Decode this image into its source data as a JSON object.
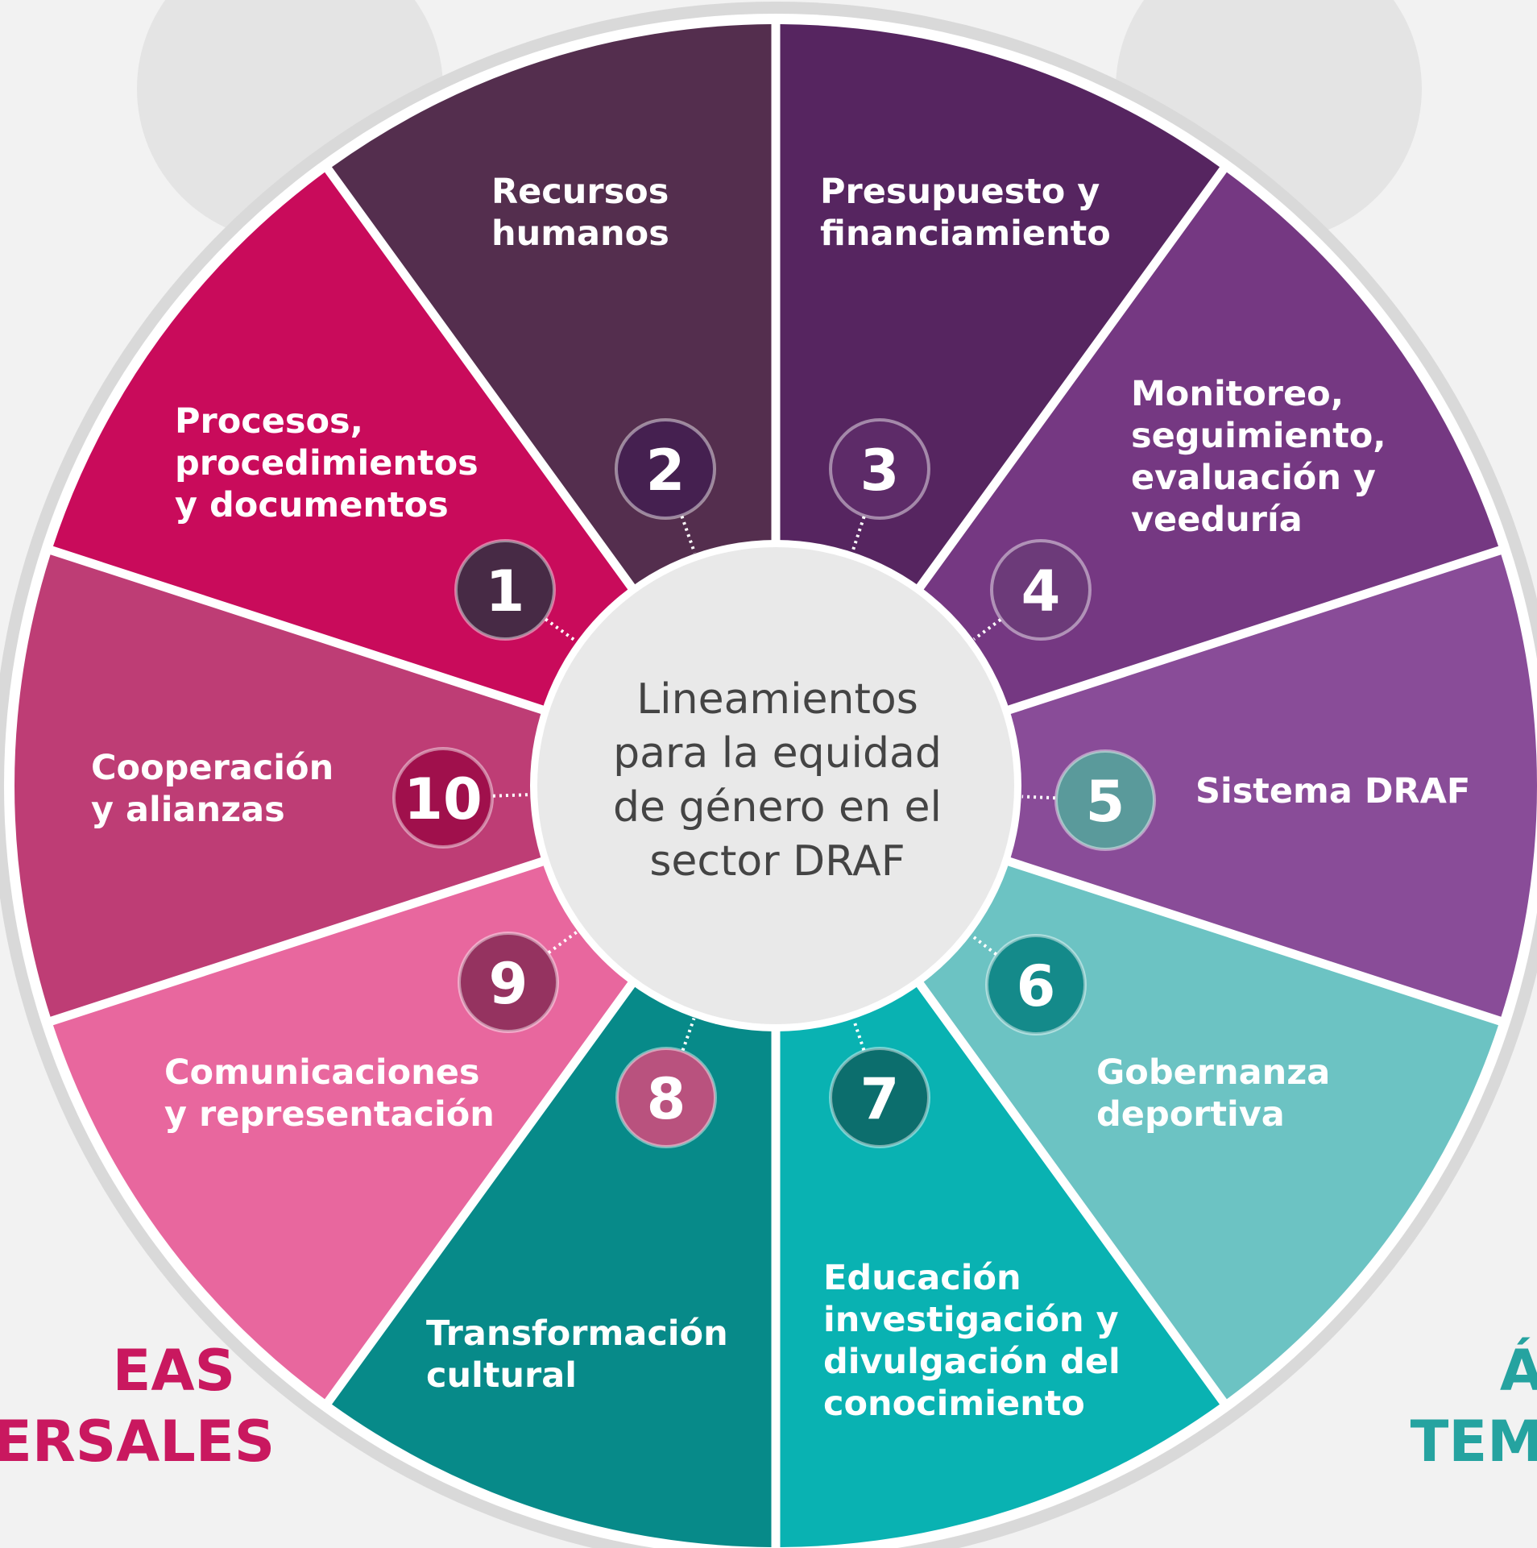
{
  "center": {
    "title": "Lineamientos\npara la equidad\nde género en el\nsector DRAF"
  },
  "segments": [
    {
      "number": "1",
      "label": "Procesos,\nprocedimientos\ny documentos",
      "color": "#542e4e",
      "badge_color": "#472a45"
    },
    {
      "number": "2",
      "label": "Recursos\nhumanos",
      "color": "#562560",
      "badge_color": "#452050"
    },
    {
      "number": "3",
      "label": "Presupuesto y\nfinanciamiento",
      "color": "#753882",
      "badge_color": "#5d2b68"
    },
    {
      "number": "4",
      "label": "Monitoreo,\nseguimiento,\nevaluación y\nveeduría",
      "color": "#894c98",
      "badge_color": "#6c3a79"
    },
    {
      "number": "5",
      "label": "Sistema DRAF",
      "color": "#6cc3c3",
      "badge_color": "#5a9a9b"
    },
    {
      "number": "6",
      "label": "Gobernanza\ndeportiva",
      "color": "#09b2b2",
      "badge_color": "#148a8a"
    },
    {
      "number": "7",
      "label": "Educación\ninvestigación y\ndivulgación del\nconocimiento",
      "color": "#078a89",
      "badge_color": "#0c6e6d"
    },
    {
      "number": "8",
      "label": "Transformación\ncultural",
      "color": "#e8679e",
      "badge_color": "#b9527e"
    },
    {
      "number": "9",
      "label": "Comunicaciones\ny representación",
      "color": "#be3d75",
      "badge_color": "#953360"
    },
    {
      "number": "10",
      "label": "Cooperación\ny alianzas",
      "color": "#c90b5b",
      "badge_color": "#a0104c"
    }
  ],
  "side_labels": {
    "left": {
      "text": "EAS\nERSALES",
      "color": "#c9185f"
    },
    "right": {
      "text": "ÁR\nTEMA",
      "color": "#25a3a0"
    }
  }
}
